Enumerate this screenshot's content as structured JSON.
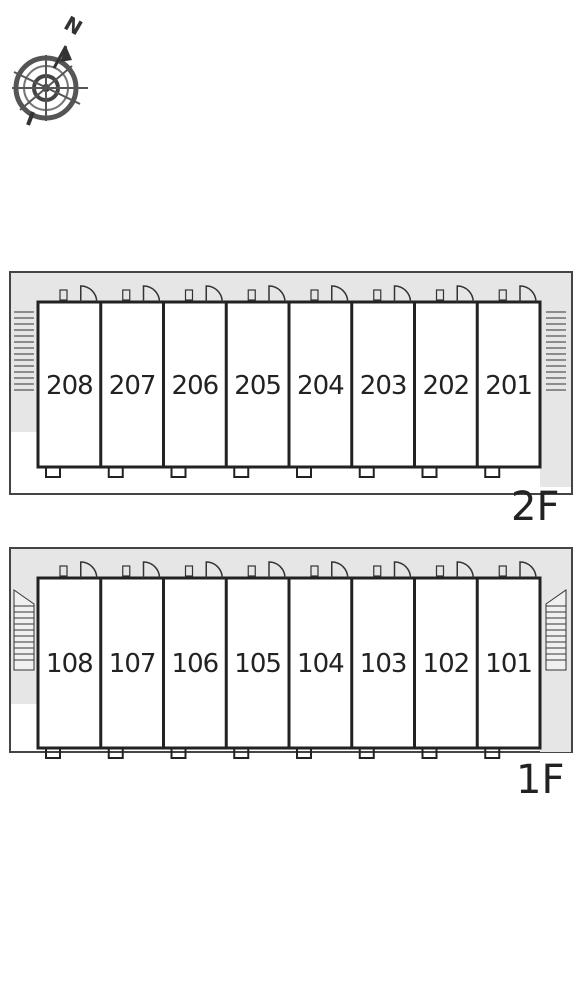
{
  "compass": {
    "north_label": "N"
  },
  "floors": [
    {
      "label": "2F",
      "units": [
        "208",
        "207",
        "206",
        "205",
        "204",
        "203",
        "202",
        "201"
      ]
    },
    {
      "label": "1F",
      "units": [
        "108",
        "107",
        "106",
        "105",
        "104",
        "103",
        "102",
        "101"
      ]
    }
  ],
  "colors": {
    "line": "#222222",
    "corridor": "#e6e6e6",
    "compass": "#555555"
  }
}
